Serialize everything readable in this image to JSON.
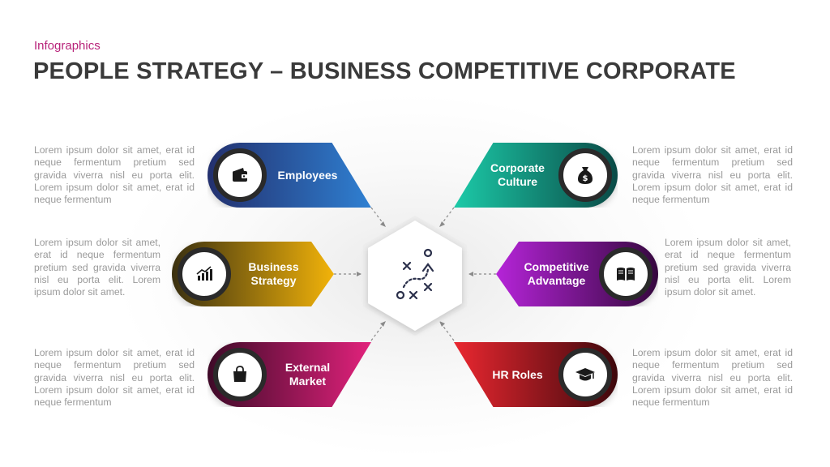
{
  "header": {
    "subtitle": "Infographics",
    "title": "PEOPLE STRATEGY – BUSINESS COMPETITIVE CORPORATE"
  },
  "nodes": [
    {
      "label": "Employees",
      "icon": "wallet-icon",
      "color_from": "#2a3f8c",
      "color_to": "#2f7fd0"
    },
    {
      "label": "Business\nStrategy",
      "icon": "bar-chart-icon",
      "color_from": "#4a3a10",
      "color_to": "#f0b20c"
    },
    {
      "label": "External\nMarket",
      "icon": "shopping-bag-icon",
      "color_from": "#4a1030",
      "color_to": "#e0207a"
    },
    {
      "label": "Corporate\nCulture",
      "icon": "money-bag-icon",
      "color_from": "#1cc4a8",
      "color_to": "#0a5a55"
    },
    {
      "label": "Competitive\nAdvantage",
      "icon": "book-icon",
      "color_from": "#b020d0",
      "color_to": "#3a0a45"
    },
    {
      "label": "HR Roles",
      "icon": "graduation-cap-icon",
      "color_from": "#e8262e",
      "color_to": "#4a0a10"
    }
  ],
  "descriptions": {
    "top_left": "Lorem ipsum dolor sit amet, erat id neque fermentum pretium sed gravida viverra nisl eu porta elit. Lorem ipsum dolor sit amet, erat id neque fermentum",
    "mid_left": "Lorem ipsum dolor sit amet, erat id neque fermentum pretium sed gravida viverra nisl eu porta elit. Lorem ipsum dolor sit amet.",
    "bottom_left": "Lorem ipsum dolor sit amet, erat id neque fermentum pretium sed gravida viverra nisl eu porta elit. Lorem ipsum dolor sit amet, erat id neque fermentum",
    "top_right": "Lorem ipsum dolor sit amet, erat id neque fermentum pretium sed gravida viverra nisl eu porta elit. Lorem ipsum dolor sit amet, erat id neque fermentum",
    "mid_right": "Lorem ipsum dolor sit amet, erat id neque fermentum pretium sed gravida viverra nisl eu porta elit. Lorem ipsum dolor sit amet.",
    "bottom_right": "Lorem ipsum dolor sit amet, erat id neque fermentum pretium sed gravida viverra nisl eu porta elit. Lorem ipsum dolor sit amet, erat id neque fermentum"
  },
  "center": {
    "icon": "strategy-play-icon"
  }
}
